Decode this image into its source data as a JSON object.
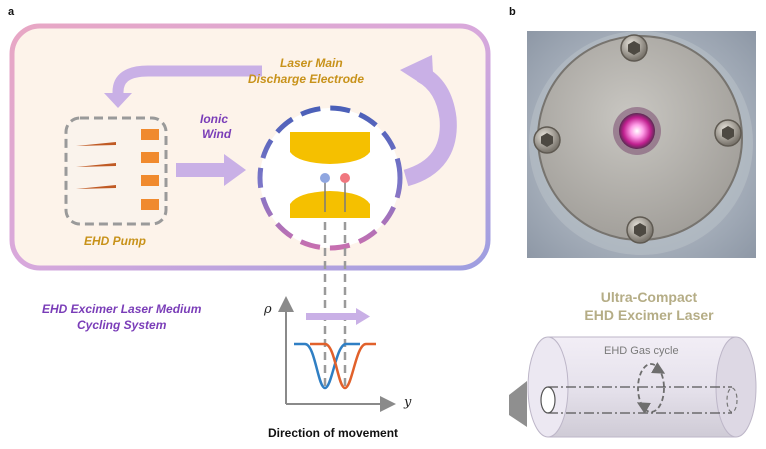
{
  "panels": {
    "a": "a",
    "b": "b"
  },
  "labels": {
    "electrode": [
      "Laser Main",
      "Discharge Electrode"
    ],
    "ionic_wind": [
      "Ionic",
      "Wind"
    ],
    "pump": "EHD Pump",
    "system": [
      "EHD Excimer Laser Medium",
      "Cycling System"
    ],
    "rho_axis": "ρ",
    "y_axis": "y",
    "direction": "Direction of movement",
    "product": [
      "Ultra-Compact",
      "EHD Excimer Laser"
    ],
    "gas_cycle": "EHD Gas cycle"
  },
  "colors": {
    "frame_pink": "#e7a3c6",
    "frame_blue": "#9f9bd9",
    "frame_fill": "#fdf3ea",
    "arrow_lavender": "#c9b0e6",
    "electrode_yellow": "#f5c000",
    "emitter_orange": "#f08a2e",
    "curve_blue": "#2f7fc4",
    "curve_orange": "#e1612b",
    "tip_blue": "#8fa6e0",
    "tip_red": "#f0777f"
  }
}
